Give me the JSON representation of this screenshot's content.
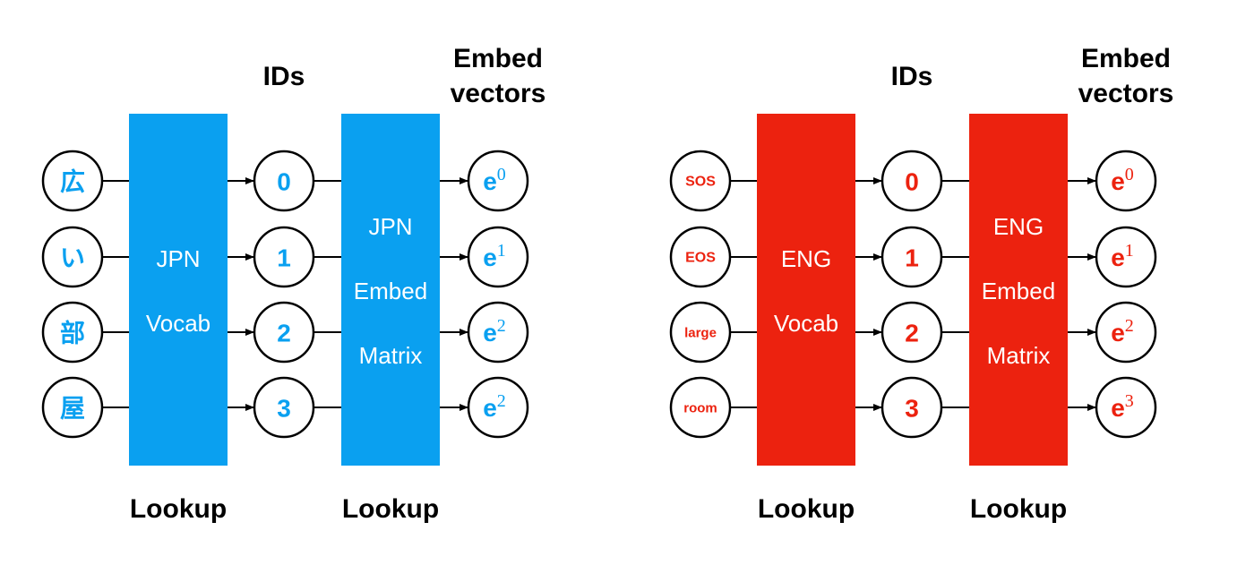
{
  "colors": {
    "left": "#0aa0f0",
    "right": "#ec220f",
    "ink": "#000000"
  },
  "panels": [
    {
      "id": "jpn",
      "header_ids": "IDs",
      "header_embed": [
        "Embed",
        "vectors"
      ],
      "vocab_block": [
        "JPN",
        "Vocab"
      ],
      "embed_block": [
        "JPN",
        "Embed",
        "Matrix"
      ],
      "footer_vocab": "Lookup",
      "footer_embed": "Lookup",
      "tokens": [
        "広",
        "い",
        "部",
        "屋"
      ],
      "ids": [
        "0",
        "1",
        "2",
        "3"
      ],
      "vectors": [
        {
          "base": "e",
          "sup": "0"
        },
        {
          "base": "e",
          "sup": "1"
        },
        {
          "base": "e",
          "sup": "2"
        },
        {
          "base": "e",
          "sup": "2"
        }
      ]
    },
    {
      "id": "eng",
      "header_ids": "IDs",
      "header_embed": [
        "Embed",
        "vectors"
      ],
      "vocab_block": [
        "ENG",
        "Vocab"
      ],
      "embed_block": [
        "ENG",
        "Embed",
        "Matrix"
      ],
      "footer_vocab": "Lookup",
      "footer_embed": "Lookup",
      "tokens": [
        "SOS",
        "EOS",
        "large",
        "room"
      ],
      "ids": [
        "0",
        "1",
        "2",
        "3"
      ],
      "vectors": [
        {
          "base": "e",
          "sup": "0"
        },
        {
          "base": "e",
          "sup": "1"
        },
        {
          "base": "e",
          "sup": "2"
        },
        {
          "base": "e",
          "sup": "3"
        }
      ]
    }
  ]
}
